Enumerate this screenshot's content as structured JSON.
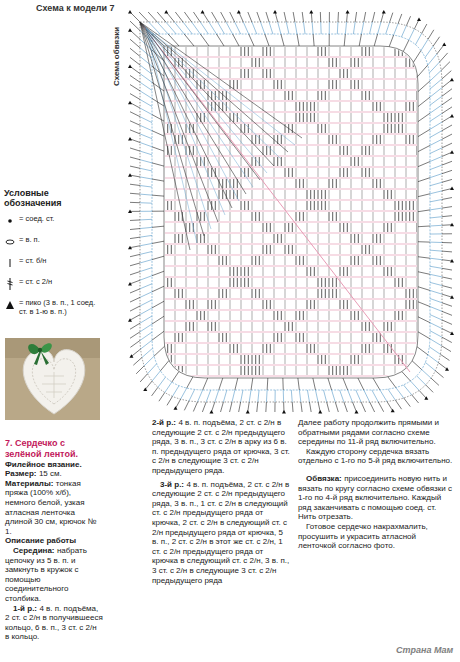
{
  "diagram": {
    "title": "Схема к модели 7",
    "labels": [
      "Схема обвязки",
      "Условные обозначения",
      "7. Сердечко с зелёной лентой.",
      "Филейное вязание.",
      "Размер:",
      "15 см.",
      "Материалы:",
      "тонкая пряжа (100% х/б), немного белой, узкая атласная ленточка длиной 30 см, крючок № 1.",
      "Описание работы",
      "Середина:",
      "набрать цепочку из 5 в. п. и замкнуть в кружок с помощью соединительного столбика.",
      "1-й р.:",
      "4 в. п. подъёма, 2 ст. с 2/н в получившееся кольцо, 6 в. п., 3 ст. с 2/н в кольцо.",
      "2-й р.:",
      "4 в. п. подъёма, 2 ст. с 2/н в следующие 2 ст. с 2/н предыдущего ряда, 3 в. п., 3 ст. с 2/н в арку из 6 в. п. предыдущего ряда от крючка, 3 ст. с 2/н в следующие 3 ст. с 2/н предыдущего ряда.",
      "3-й р.:",
      "4 в. п. подъёма, 2 ст. с 2/н в следующие 2 ст. с 2/н предыдущего ряда, 3 в. п., 1 ст. с 2/н в следующий ст. с 2/н предыдущего ряда от крючка, 2 ст. с 2/н в следующий ст. с 2/н предыдущего ряда от крючка, 5 в. п., 2 ст. с 2/н в этот же ст. с 2/н, 1 ст. с 2/н предыдущего ряда от крючка в следующий ст. с 2/н, 3 в. п., 3 ст. с 2/н в следующие 3 ст. с 2/н предыдущего ряда",
      "Далее работу продолжить прямыми и обратными рядами согласно схеме середины по 11-й ряд включительно.",
      "Каждую сторону сердечка вязать отдельно с 1-го по 5-й ряд включительно.",
      "Обвязка:",
      "присоединить новую нить и вязать по кругу согласно схеме обвязки с 1-го по 4-й ряд включительно. Каждый ряд заканчивать с помощью соед. ст. Нить отрезать.",
      "Готовое сердечко накрахмалить, просушить и украсить атласной ленточкой согласно фото.",
      "Страна Мам"
    ],
    "legend": [
      {
        "text": "= соед. ст."
      },
      {
        "text": "= в. п."
      },
      {
        "text": "= ст. б/н"
      },
      {
        "text": "= ст. с 2/н"
      },
      {
        "text": "= пико (3 в. п., 1 соед. ст. в 1-ю в. п.)"
      }
    ]
  }
}
